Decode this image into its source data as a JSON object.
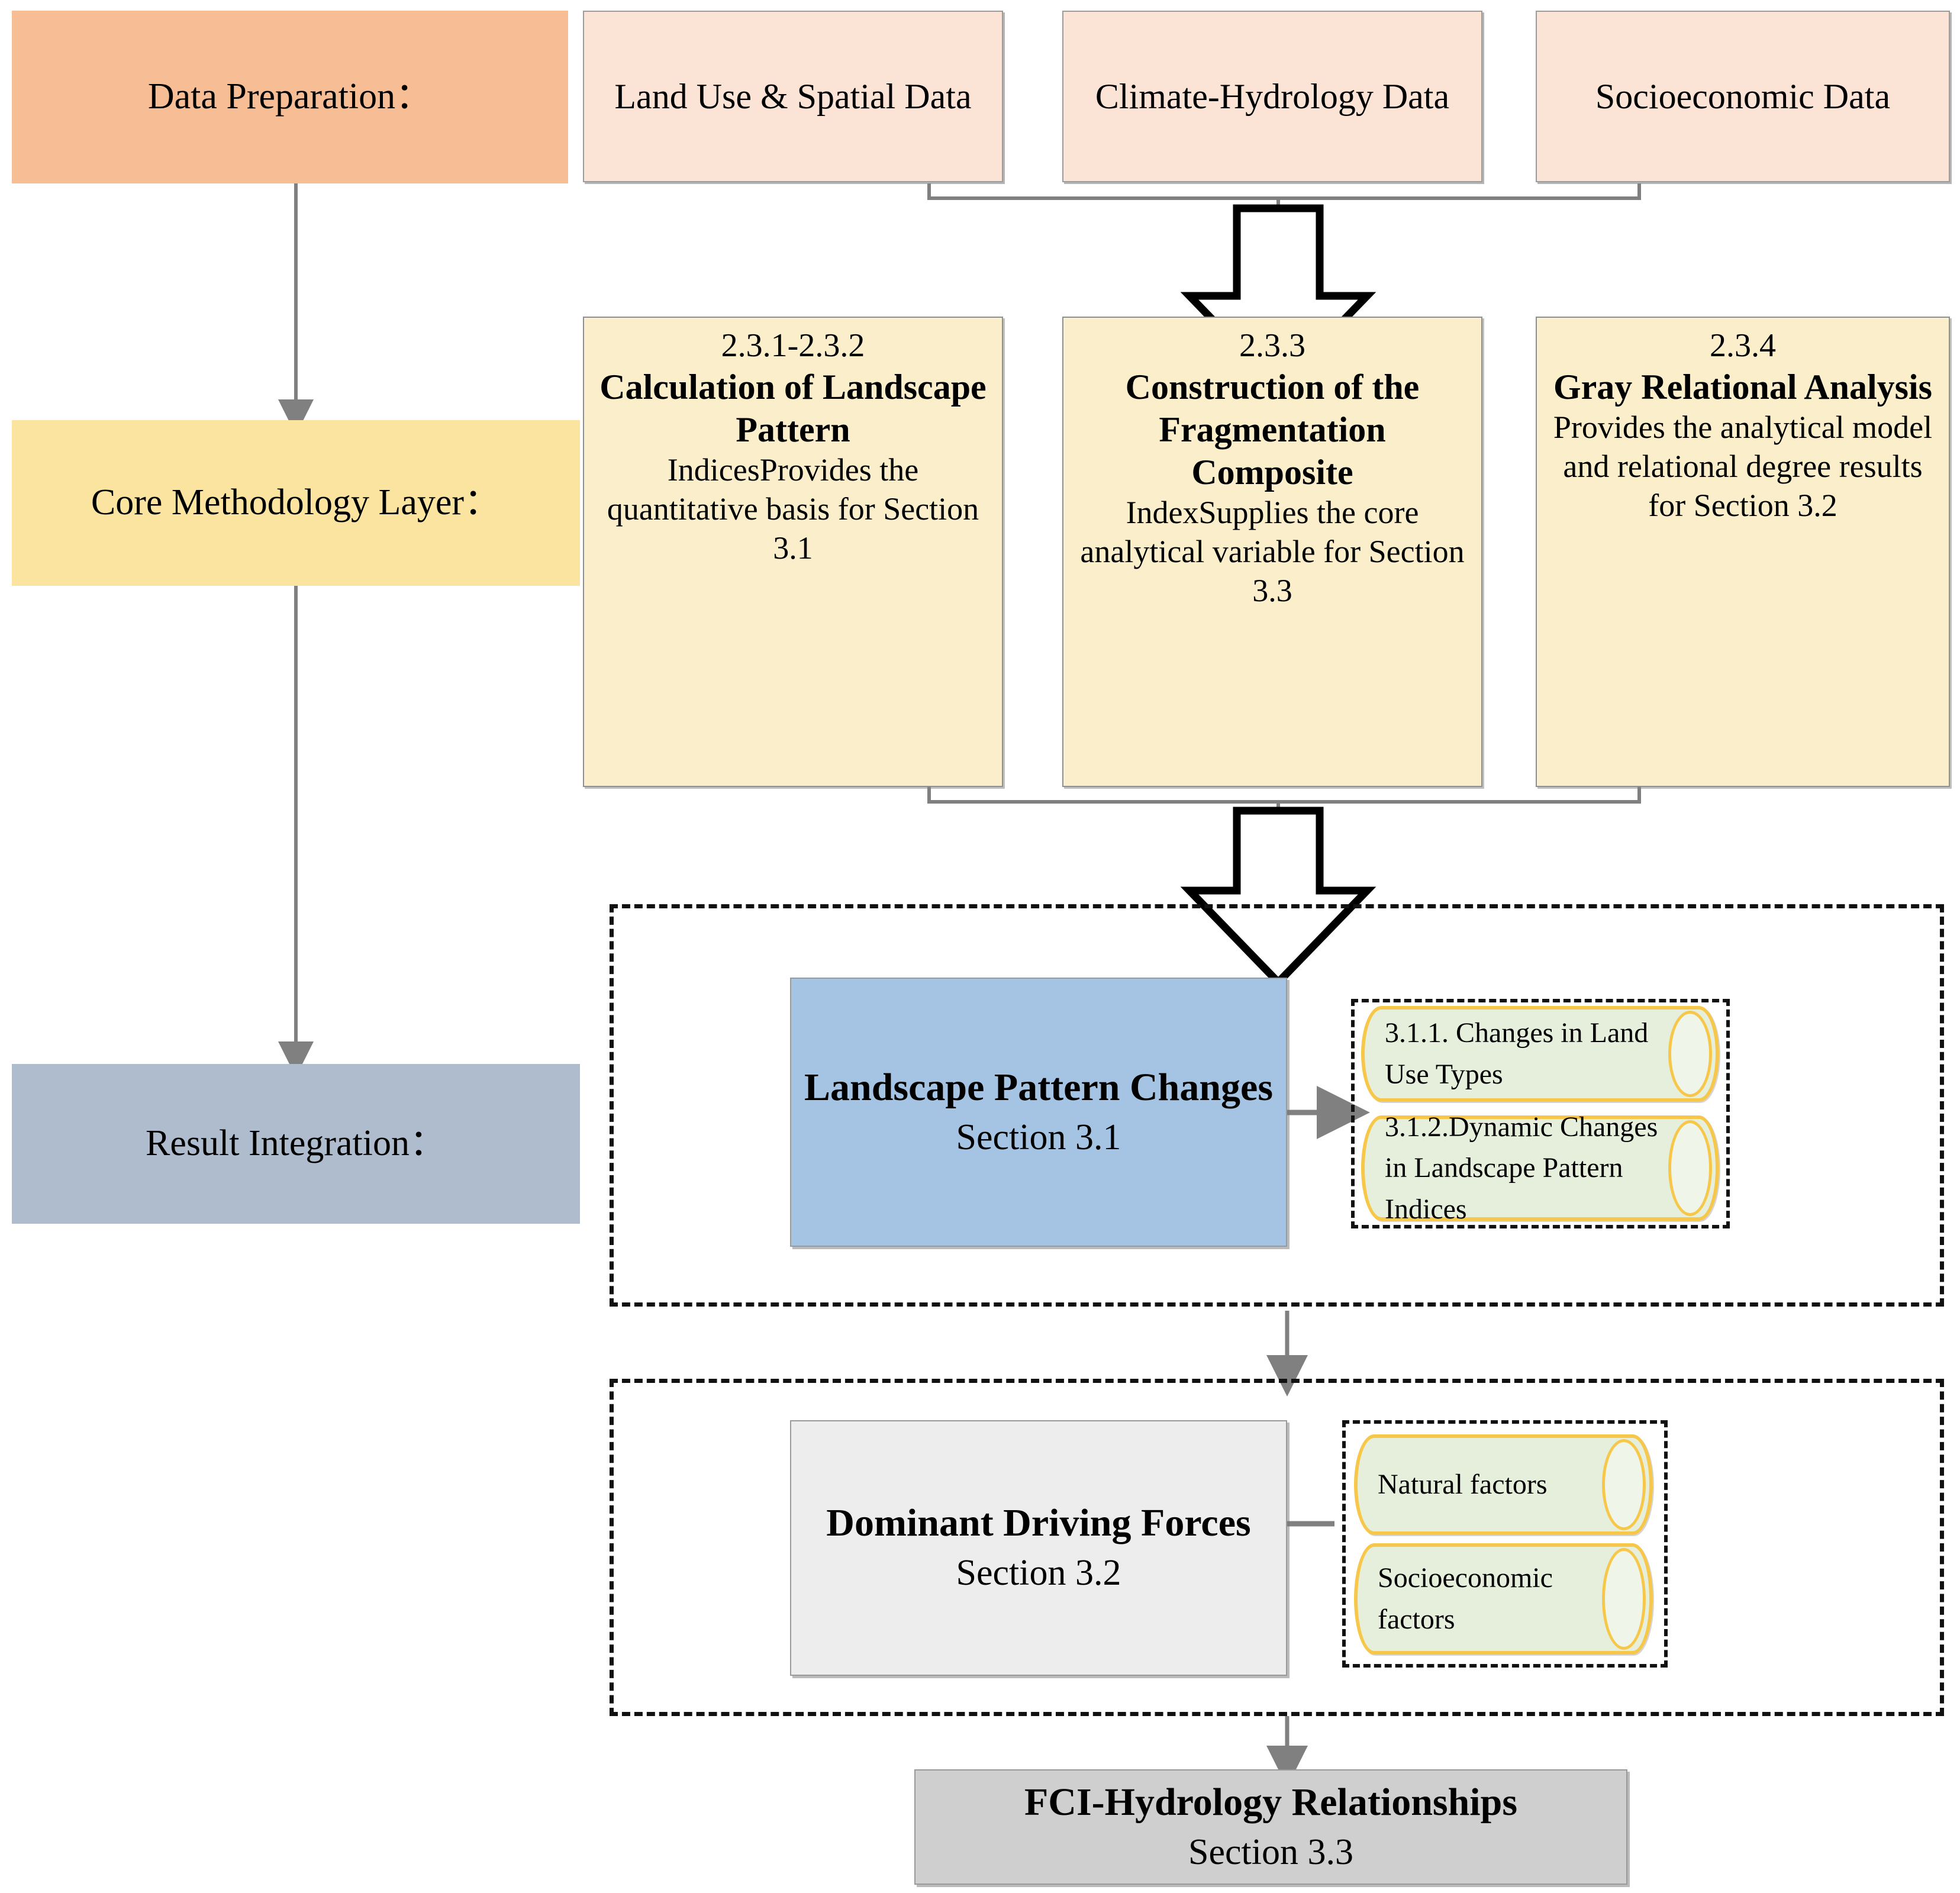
{
  "lanes": {
    "data_preparation": "Data Preparation：",
    "core_methodology": "Core Methodology Layer：",
    "result_integration": "Result Integration："
  },
  "data_sources": [
    {
      "label": "Land Use & Spatial Data"
    },
    {
      "label": "Climate-Hydrology Data"
    },
    {
      "label": "Socioeconomic Data"
    }
  ],
  "methods": [
    {
      "number": "2.3.1-2.3.2",
      "title": "Calculation of Landscape Pattern",
      "description": "IndicesProvides the quantitative basis for Section 3.1"
    },
    {
      "number": "2.3.3",
      "title": "Construction of the Fragmentation Composite",
      "description": "IndexSupplies the core analytical variable for Section 3.3"
    },
    {
      "number": "2.3.4",
      "title": "Gray Relational Analysis",
      "description": "Provides the analytical model and relational degree results for Section 3.2"
    }
  ],
  "results": {
    "block_one": {
      "title": "Landscape Pattern Changes",
      "subtitle": "Section 3.1",
      "items": [
        "3.1.1. Changes in Land Use Types",
        "3.1.2.Dynamic Changes in Landscape Pattern Indices"
      ]
    },
    "block_two": {
      "title": "Dominant Driving Forces",
      "subtitle": "Section 3.2",
      "items": [
        "Natural factors",
        "Socioeconomic factors"
      ]
    },
    "block_three": {
      "title": "FCI-Hydrology Relationships",
      "subtitle": "Section 3.3"
    }
  },
  "colors": {
    "lane_preparation": "#F7BE95",
    "lane_core": "#FBE3A0",
    "lane_result": "#AEBCCD",
    "data_box": "#FBE3D6",
    "method_box": "#FBEECA",
    "result_blue": "#A5C4E4",
    "result_gray": "#EDEDED",
    "result_dark_gray": "#CFCFCF",
    "cylinder_fill": "#E6EFDC",
    "cylinder_border": "#F6C749",
    "connector": "#808080"
  }
}
